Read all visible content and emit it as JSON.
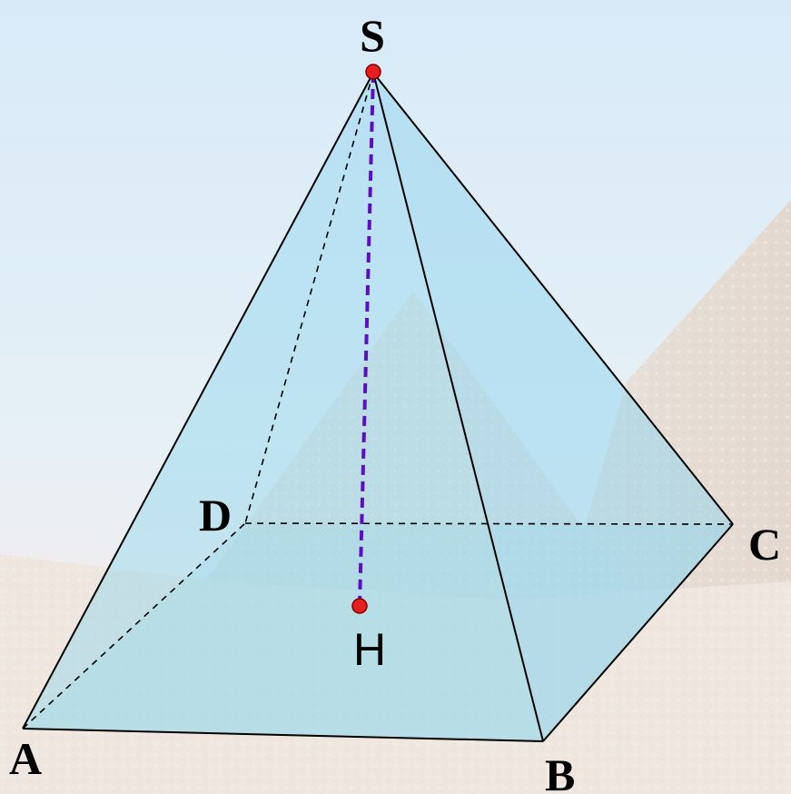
{
  "labels": {
    "S": "S",
    "D": "D",
    "C": "C",
    "A": "A",
    "B": "B",
    "H": "H"
  },
  "colors": {
    "sky_top": "#dcecf8",
    "sky_bottom": "#eef4f6",
    "sand": "#efe6df",
    "background_pyramid": "#e9dfd6",
    "pyramid_fill": "#8fd4ee",
    "edge": "#000000",
    "height_line": "#5b0fbf",
    "point": "#e61e1e"
  },
  "icons": {
    "background": "desert-pyramids-photo",
    "points": "red-dot"
  }
}
